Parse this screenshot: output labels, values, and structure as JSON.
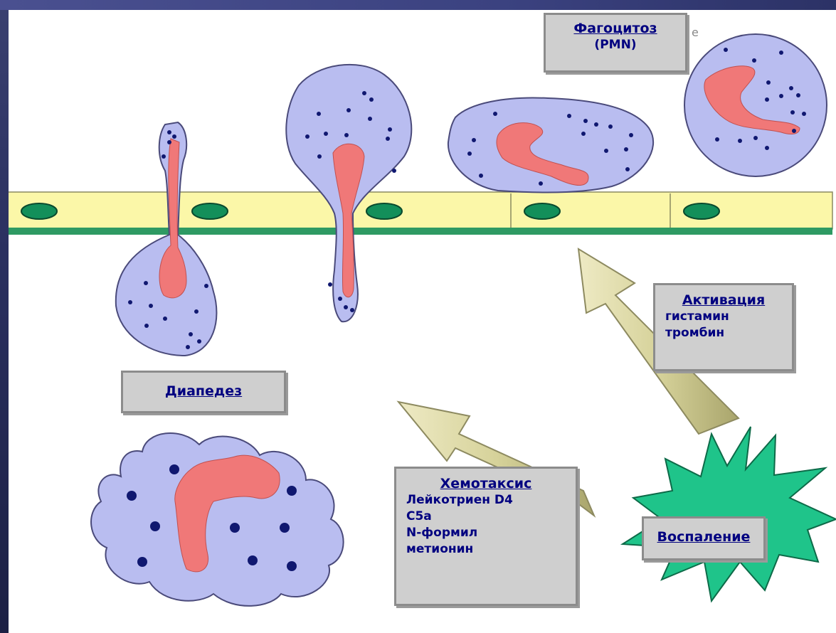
{
  "labels": {
    "phagocytosis": {
      "title": "Фагоцитоз",
      "sub": "(PMN)"
    },
    "activation": {
      "title": "Активация",
      "items": [
        "гистамин",
        "тромбин"
      ]
    },
    "diapedesis": {
      "title": "Диапедез"
    },
    "chemotaxis": {
      "title": "Хемотаксис",
      "items": [
        "Лейкотриен D4",
        "C5a",
        "N-формил",
        "метионин"
      ]
    },
    "inflammation": {
      "title": "Воспаление"
    },
    "stray_text": "e"
  },
  "colors": {
    "cell_body": "#b9bdf0",
    "nucleus": "#f07878",
    "granule": "#101870",
    "endothelium": "#fbf7a8",
    "endothelium_nucleus": "#138f5a",
    "basement_membrane": "#2e9a63",
    "arrow": "#d8d49a",
    "inflammation_burst": "#1fc48a",
    "label_text": "#000080",
    "label_bg": "#cfcfcf"
  }
}
